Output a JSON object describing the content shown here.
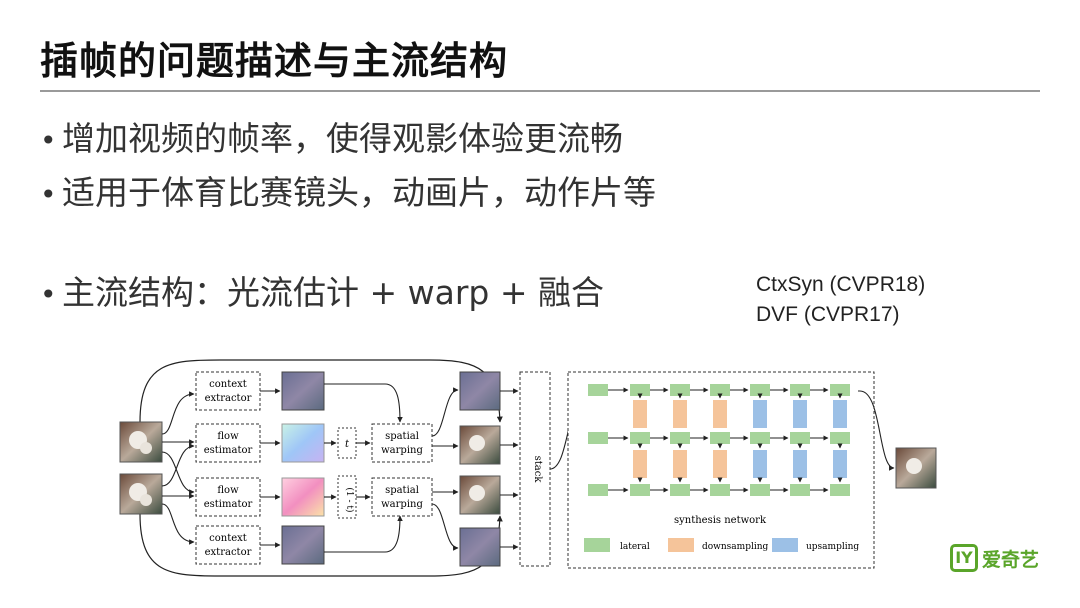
{
  "slide": {
    "title": "插帧的问题描述与主流结构",
    "bullets": [
      "增加视频的帧率，使得观影体验更流畅",
      "适用于体育比赛镜头，动画片，动作片等",
      "主流结构：光流估计 + warp + 融合"
    ],
    "bullet_symbol": "•",
    "references": [
      "CtxSyn (CVPR18)",
      "DVF (CVPR17)"
    ]
  },
  "diagram": {
    "context_extractor": [
      "context",
      "extractor"
    ],
    "flow_estimator": [
      "flow",
      "estimator"
    ],
    "spatial_warping": [
      "spatial",
      "warping"
    ],
    "t_label": "t",
    "one_minus_t_label": "(1 - t)",
    "stack_label": "stack",
    "synthesis_label": "synthesis network",
    "legend": {
      "lateral": "lateral",
      "downsampling": "downsampling",
      "upsampling": "upsampling"
    },
    "colors": {
      "lateral": "#a6d49a",
      "downsampling": "#f5c49a",
      "upsampling": "#9cc0e6"
    }
  },
  "logo": {
    "mark": "IY",
    "text": "爱奇艺",
    "color": "#5aa52a"
  }
}
